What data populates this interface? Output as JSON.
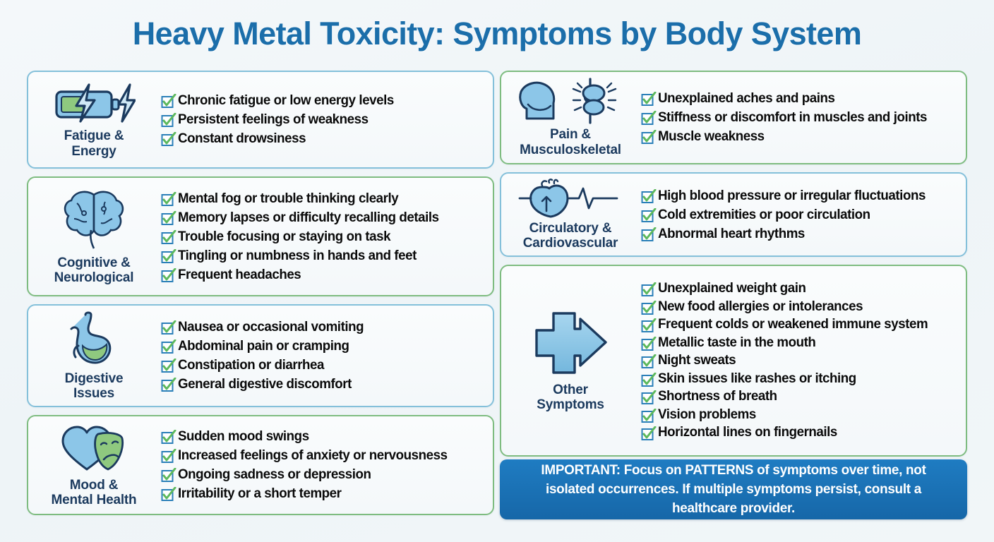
{
  "title": "Heavy Metal Toxicity: Symptoms by Body System",
  "colors": {
    "title": "#1b6eaa",
    "border_blue": "#84c0da",
    "border_green": "#7ebc80",
    "label": "#1b3a5e",
    "note_bg": "#1f7cc2",
    "check_green": "#5cb85c",
    "icon_blue": "#8cc6e8",
    "icon_green": "#8fc97f",
    "background": "#f2f6f8"
  },
  "cards": [
    {
      "id": "fatigue-energy",
      "label": "Fatigue &\nEnergy",
      "label_line1": "Fatigue &",
      "label_line2": "Energy",
      "icon": "battery-bolt-icon",
      "border": "blue",
      "items": [
        "Chronic fatigue or low energy levels",
        "Persistent feelings of weakness",
        "Constant drowsiness"
      ]
    },
    {
      "id": "cognitive-neurological",
      "label_line1": "Cognitive &",
      "label_line2": "Neurological",
      "icon": "brain-icon",
      "border": "green",
      "items": [
        "Mental fog or trouble thinking clearly",
        "Memory lapses or difficulty recalling details",
        "Trouble focusing or staying on task",
        "Tingling or numbness in hands and feet",
        "Frequent headaches"
      ]
    },
    {
      "id": "digestive-issues",
      "label_line1": "Digestive",
      "label_line2": "Issues",
      "icon": "stomach-icon",
      "border": "blue",
      "items": [
        "Nausea or occasional vomiting",
        "Abdominal pain or cramping",
        "Constipation or diarrhea",
        "General digestive discomfort"
      ]
    },
    {
      "id": "mood-mental-health",
      "label_line1": "Mood &",
      "label_line2": "Mental Health",
      "icon": "heart-mask-icon",
      "border": "green",
      "items": [
        "Sudden mood swings",
        "Increased feelings of anxiety or nervousness",
        "Ongoing sadness or depression",
        "Irritability or a short temper"
      ]
    },
    {
      "id": "pain-musculoskeletal",
      "label_line1": "Pain &",
      "label_line2": "Musculoskeletal",
      "icon": "muscle-joint-icon",
      "border": "green",
      "items": [
        "Unexplained aches and pains",
        "Stiffness or discomfort in muscles and joints",
        "Muscle weakness"
      ]
    },
    {
      "id": "circulatory-cardiovascular",
      "label_line1": "Circulatory &",
      "label_line2": "Cardiovascular",
      "icon": "heart-ecg-icon",
      "border": "blue",
      "items": [
        "High blood pressure or irregular fluctuations",
        "Cold extremities or poor circulation",
        "Abnormal heart rhythms"
      ]
    },
    {
      "id": "other-symptoms",
      "label_line1": "Other",
      "label_line2": "Symptoms",
      "icon": "cross-arrow-icon",
      "border": "green",
      "items": [
        "Unexplained weight gain",
        "New food allergies or intolerances",
        "Frequent colds or weakened immune system",
        "Metallic taste in the mouth",
        "Night sweats",
        "Skin issues like rashes or itching",
        "Shortness of breath",
        "Vision problems",
        "Horizontal lines on fingernails"
      ]
    }
  ],
  "note": "IMPORTANT: Focus on PATTERNS of symptoms over time, not isolated occurrences. If multiple symptoms persist, consult a healthcare provider."
}
